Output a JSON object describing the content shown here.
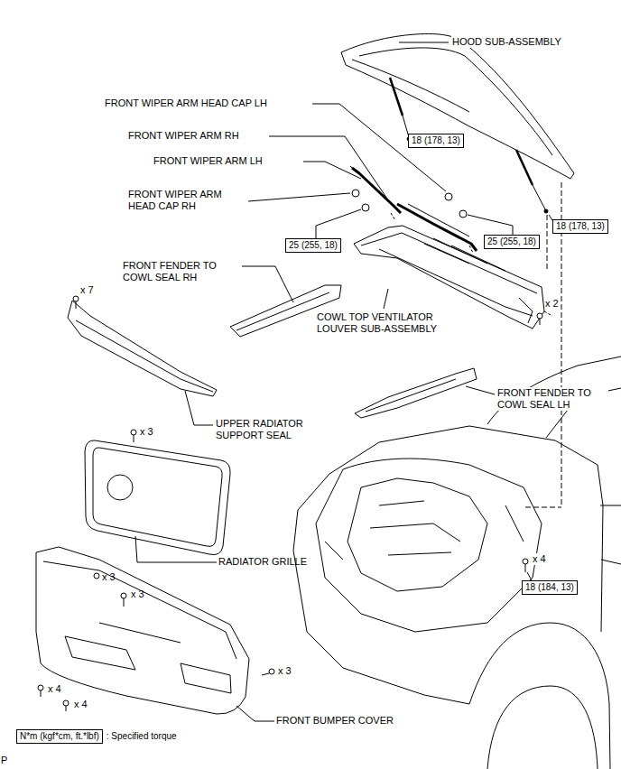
{
  "diagram": {
    "nodes": [
      {
        "text": [
          "18 (178, 13)"
        ]
      },
      {
        "text": [
          "18 (178, 13)"
        ]
      },
      {
        "text": [
          "25 (255, 18)"
        ]
      },
      {
        "text": [
          "25 (255, 18)"
        ]
      },
      {
        "text": [
          "18 (184, 13)"
        ]
      },
      {
        "text": [
          "N*m (kgf*cm, ft.*lbf)",
          ": Specified torque"
        ]
      }
    ],
    "labels": [
      "HOOD SUB-ASSEMBLY",
      "FRONT WIPER ARM HEAD CAP LH",
      "FRONT WIPER ARM RH",
      "FRONT WIPER ARM LH",
      "FRONT WIPER ARM HEAD CAP RH",
      "x 2",
      "FRONT FENDER TO COWL SEAL RH",
      "x 7",
      "COWL TOP VENTILATOR LOUVER SUB-ASSEMBLY",
      "FRONT FENDER TO COWL SEAL LH",
      "UPPER RADIATOR SUPPORT SEAL",
      "x 3",
      "RADIATOR GRILLE",
      "x 3",
      "x 3",
      "x 4",
      "x 3",
      "x 4",
      "x 4",
      "FRONT BUMPER COVER",
      "P"
    ]
  }
}
